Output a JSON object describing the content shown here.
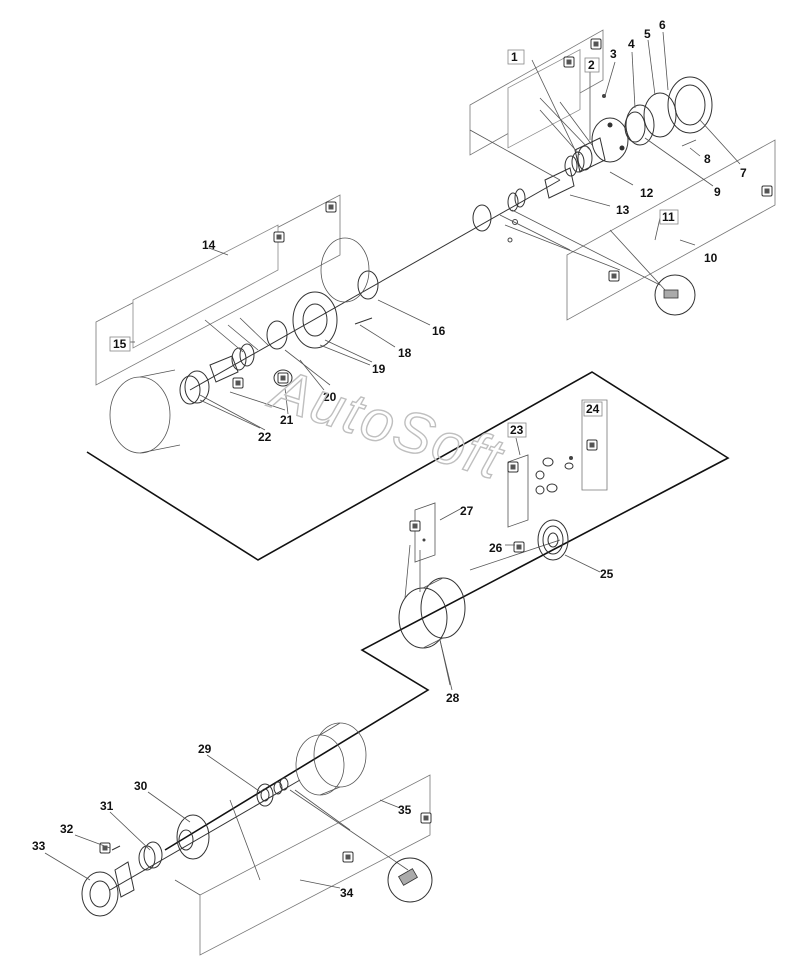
{
  "watermark": "AutoSoft",
  "labels": [
    "1",
    "2",
    "3",
    "4",
    "5",
    "6",
    "7",
    "8",
    "9",
    "10",
    "11",
    "12",
    "13",
    "14",
    "15",
    "16",
    "18",
    "19",
    "20",
    "21",
    "22",
    "23",
    "24",
    "25",
    "26",
    "27",
    "28",
    "29",
    "30",
    "31",
    "32",
    "33",
    "34",
    "35"
  ],
  "icon": "grease-can-icon"
}
